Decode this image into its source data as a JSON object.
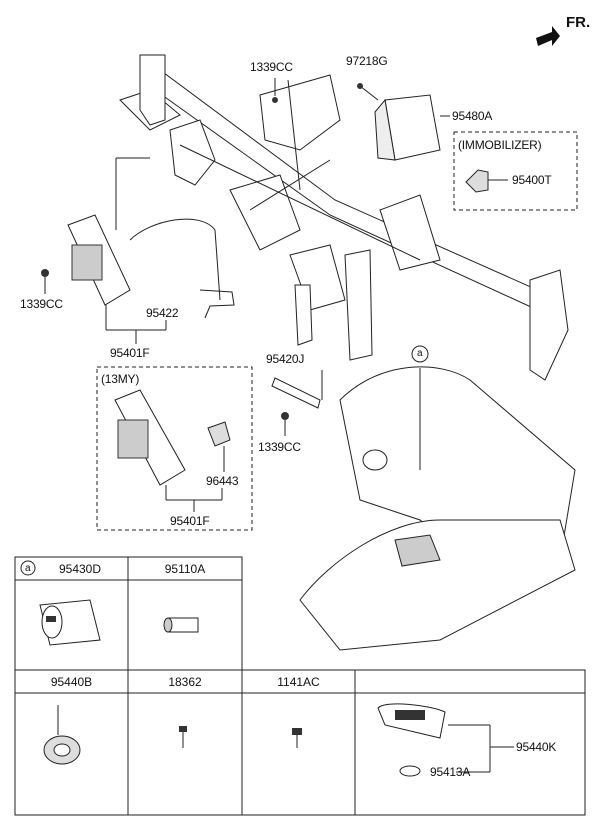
{
  "direction_label": "FR.",
  "parts": {
    "p1339cc_top": "1339CC",
    "p97218g": "97218G",
    "p95480a": "95480A",
    "immobilizer_title": "(IMMOBILIZER)",
    "p95400t": "95400T",
    "p1339cc_left": "1339CC",
    "p95422": "95422",
    "p95401f_top": "95401F",
    "my13_title": "(13MY)",
    "p96443": "96443",
    "p95401f_bottom": "95401F",
    "p95420j": "95420J",
    "p1339cc_mid": "1339CC",
    "callout_a": "a"
  },
  "table": {
    "row1": [
      {
        "marker": "a",
        "part": "95430D"
      },
      {
        "marker": "",
        "part": "95110A"
      }
    ],
    "row2": [
      {
        "part": "95440B"
      },
      {
        "part": "18362"
      },
      {
        "part": "1141AC"
      },
      {
        "part": ""
      }
    ],
    "key_labels": {
      "fob": "95440K",
      "battery": "95413A"
    }
  }
}
